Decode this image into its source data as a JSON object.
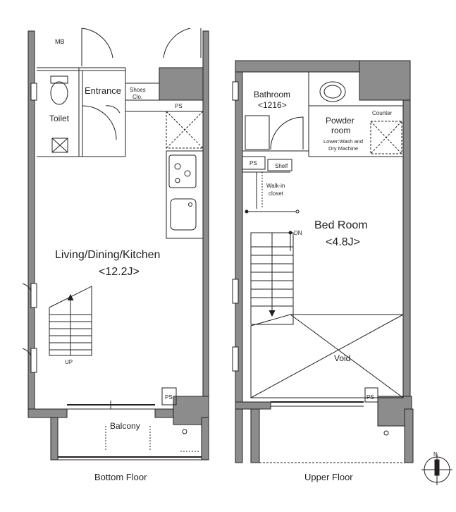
{
  "bottom_floor": {
    "caption": "Bottom Floor",
    "rooms": {
      "mb": "MB",
      "entrance": "Entrance",
      "shoes_line1": "Shoes",
      "shoes_line2": "Clo.",
      "toilet": "Toilet",
      "ps_top": "PS",
      "ldk_name": "Living/Dining/Kitchen",
      "ldk_size": "<12.2J>",
      "stair_up": "UP",
      "ps_bottom": "PS",
      "balcony": "Balcony"
    }
  },
  "upper_floor": {
    "caption": "Upper Floor",
    "rooms": {
      "bathroom_name": "Bathroom",
      "bathroom_size": "<1216>",
      "powder_line1": "Powder",
      "powder_line2": "room",
      "counter": "Counter",
      "laundry_line1": "Lower:Wash and",
      "laundry_line2": "Dry Machine",
      "ps_top": "PS",
      "shelf": "Shelf",
      "walkin_line1": "Walk-in",
      "walkin_line2": "closet",
      "bedroom_name": "Bed Room",
      "bedroom_size": "<4.8J>",
      "stair_down": "DN",
      "void": "Void",
      "ps_bottom": "PS"
    }
  },
  "compass": {
    "north": "N"
  },
  "colors": {
    "wall": "#8c8c8c",
    "line": "#231f20",
    "background": "#ffffff"
  }
}
